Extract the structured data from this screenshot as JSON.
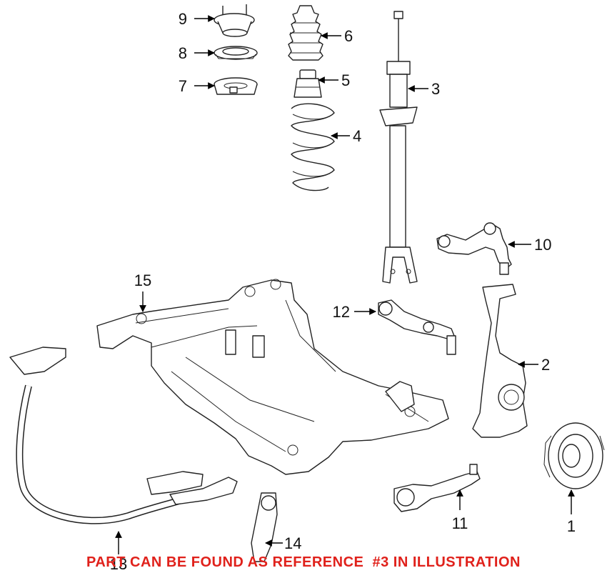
{
  "diagram": {
    "caption": "PART CAN BE FOUND AS REFERENCE  #3 IN ILLUSTRATION",
    "caption_color": "#e0211b",
    "callouts": [
      {
        "id": "c9",
        "label": "9"
      },
      {
        "id": "c8",
        "label": "8"
      },
      {
        "id": "c7",
        "label": "7"
      },
      {
        "id": "c6",
        "label": "6"
      },
      {
        "id": "c5",
        "label": "5"
      },
      {
        "id": "c4",
        "label": "4"
      },
      {
        "id": "c3",
        "label": "3"
      },
      {
        "id": "c10",
        "label": "10"
      },
      {
        "id": "c15",
        "label": "15"
      },
      {
        "id": "c12",
        "label": "12"
      },
      {
        "id": "c2",
        "label": "2"
      },
      {
        "id": "c11",
        "label": "11"
      },
      {
        "id": "c1",
        "label": "1"
      },
      {
        "id": "c14",
        "label": "14"
      },
      {
        "id": "c13",
        "label": "13"
      }
    ]
  }
}
